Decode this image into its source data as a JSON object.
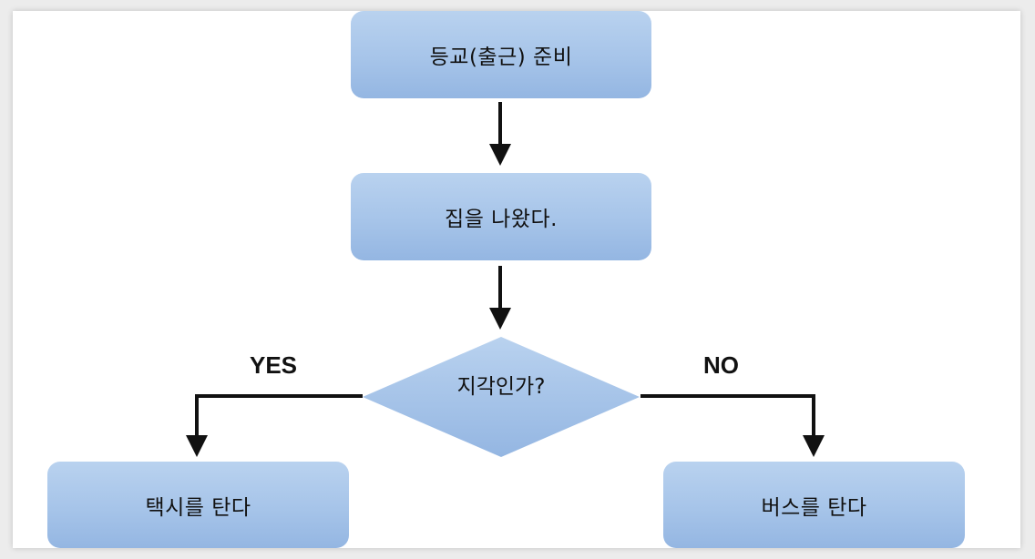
{
  "nodes": {
    "prepare": "등교(출근) 준비",
    "left_home": "집을 나왔다.",
    "decision": "지각인가?",
    "taxi": "택시를 탄다",
    "bus": "버스를 탄다"
  },
  "branches": {
    "yes": "YES",
    "no": "NO"
  },
  "colors": {
    "box_top": "#b9d2ef",
    "box_bottom": "#94b6e2",
    "arrow": "#111111"
  }
}
